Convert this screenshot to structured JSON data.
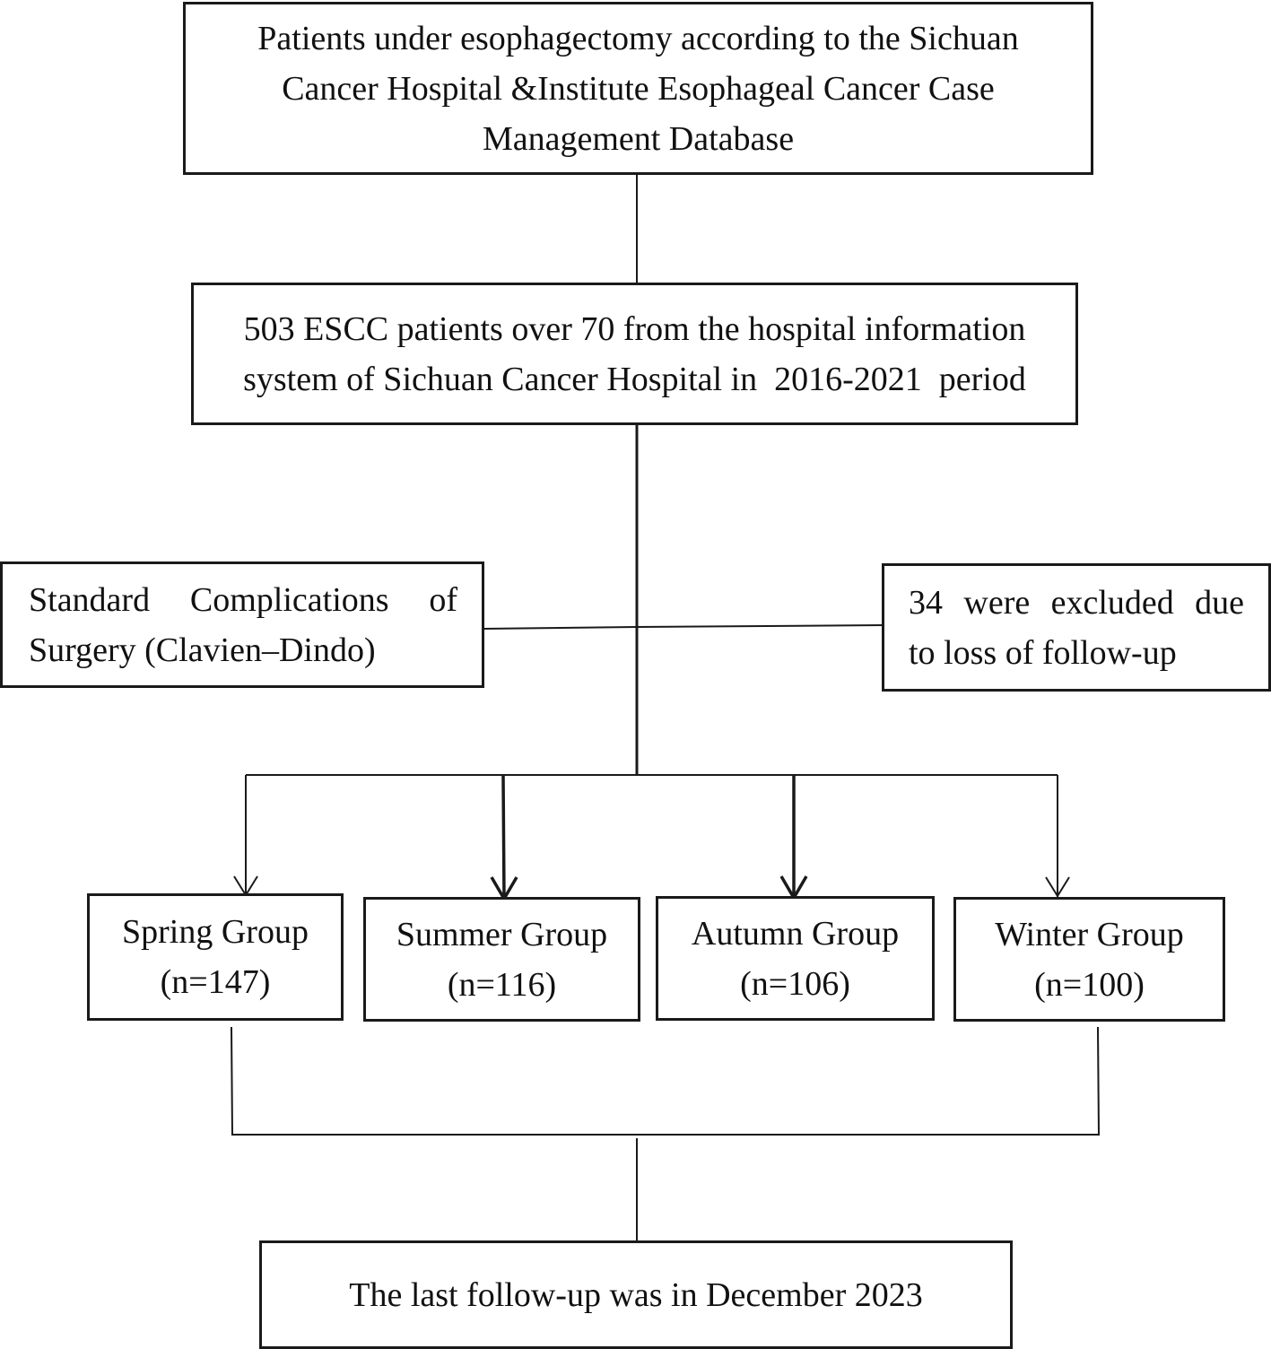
{
  "boxes": {
    "source_db": {
      "line1": "Patients under esophagectomy according to the Sichuan",
      "line2": "Cancer Hospital &Institute Esophageal Cancer Case",
      "line3": "Management Database"
    },
    "cohort": {
      "line1": "503 ESCC patients over 70 from the hospital information",
      "line2": "system of Sichuan Cancer Hospital in  2016-2021  period"
    },
    "complications": {
      "line1": "Standard  Complications  of",
      "line2": "Surgery (Clavien–Dindo)"
    },
    "excluded": {
      "line1": "34  were  excluded  due",
      "line2": "to loss of follow-up"
    },
    "groups": [
      {
        "name": "Spring Group",
        "count": "(n=147)"
      },
      {
        "name": "Summer Group",
        "count": "(n=116)"
      },
      {
        "name": "Autumn Group",
        "count": "(n=106)"
      },
      {
        "name": "Winter Group",
        "count": "(n=100)"
      }
    ],
    "final": {
      "label": "The last follow-up was in December 2023"
    }
  }
}
